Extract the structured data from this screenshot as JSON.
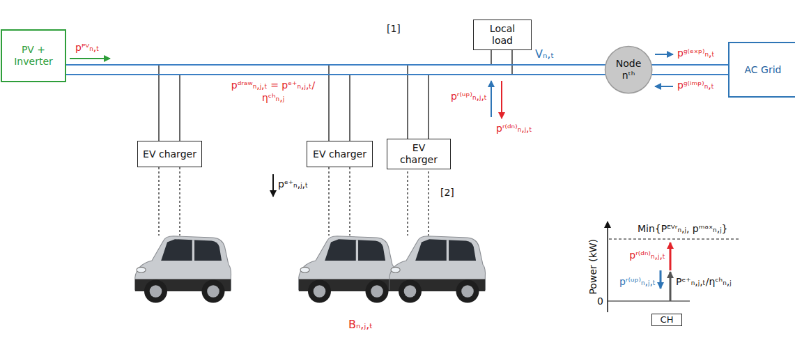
{
  "diagram": {
    "nodes": [
      {
        "text": [
          "PV + Inverter"
        ]
      },
      {
        "text": [
          "Local load"
        ]
      },
      {
        "text": [
          "Node nᵗʰ"
        ]
      },
      {
        "text": [
          "AC Grid"
        ]
      },
      {
        "text": [
          "EV charger"
        ]
      },
      {
        "text": [
          "EV charger"
        ]
      },
      {
        "text": [
          "EV charger"
        ]
      },
      {
        "text": [
          "CH"
        ]
      }
    ],
    "edges": [
      {
        "from": 0,
        "to": 2,
        "arrow": "none"
      },
      {
        "from": 2,
        "to": 3,
        "arrow": "none"
      }
    ],
    "labels": [
      "pᴾⱽₙ,ₜ",
      "[1]",
      "Vₙ,ₜ",
      "pᵍ⁽ᵉˣᵖ⁾ₙ,ₜ",
      "pᵍ⁽ⁱᵐᵖ⁾ₙ,ₜ",
      "pᵈʳᵃʷₙ,ⱼ,ₜ = pᵉ⁺ₙ,ⱼ,ₜ/ηᶜʰₙ,ⱼ",
      "pʳ⁽ᵘᵖ⁾ₙ,ⱼ,ₜ",
      "pʳ⁽ᵈⁿ⁾ₙ,ⱼ,ₜ",
      "pᵉ⁺ₙ,ⱼ,ₜ",
      "[2]",
      "Bₙ,ⱼ,ₜ",
      "Min{Pᴱⱽʳₙ,ⱼ, pᵐᵃˣₙ,ⱼ}",
      "Power (kW)",
      "0",
      "pʳ⁽ᵈⁿ⁾ₙ,ⱼ,ₜ",
      "pʳ⁽ᵘᵖ⁾ₙ,ⱼ,ₜ",
      "Pᵉ⁺ₙ,ⱼ,ₜ/ηᶜʰₙ,ⱼ"
    ]
  }
}
